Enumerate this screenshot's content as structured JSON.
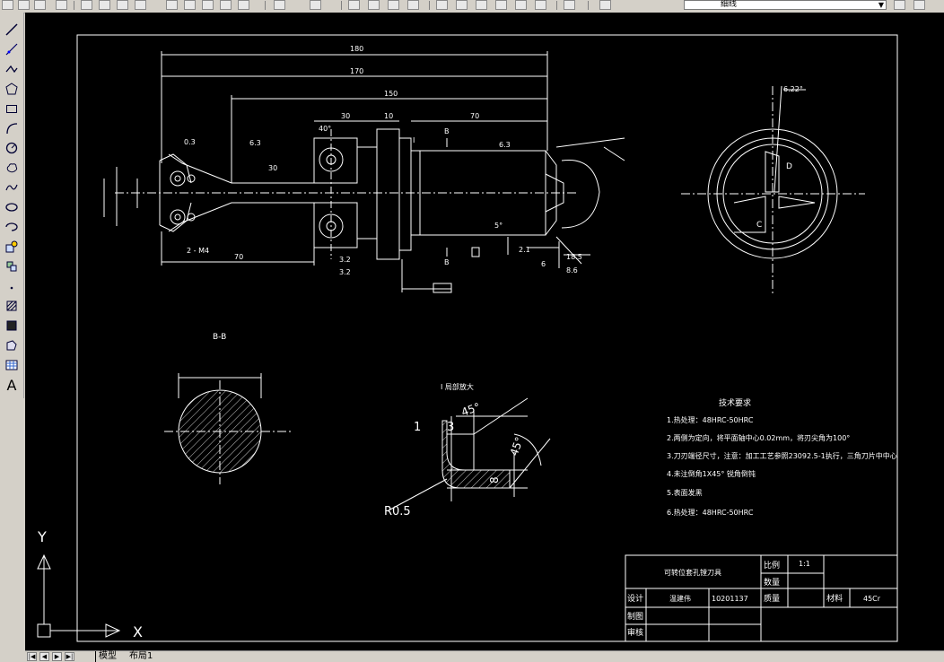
{
  "toolbar": {
    "layer_value": "细线"
  },
  "left_toolbar": {
    "items": [
      "line-icon",
      "construction-line-icon",
      "polyline-icon",
      "polygon-icon",
      "rectangle-icon",
      "arc-icon",
      "circle-icon",
      "revision-cloud-icon",
      "spline-icon",
      "ellipse-icon",
      "ellipse-arc-icon",
      "insert-block-icon",
      "make-block-icon",
      "point-icon",
      "hatch-icon",
      "gradient-icon",
      "region-icon",
      "table-icon",
      "multiline-text-icon"
    ],
    "text_label": "A"
  },
  "drawing": {
    "dims_top": [
      "180",
      "170",
      "150",
      "30",
      "10",
      "70"
    ],
    "dims_misc": [
      "0.3",
      "40°",
      "6.3",
      "I",
      "B",
      "B",
      "30",
      "3.2",
      "5°",
      "6.3",
      "2.1",
      "6",
      "18.5",
      "8.6",
      "3.2",
      "2 - M4",
      "70"
    ],
    "section_label": "B-B",
    "detail_title": "I 局部放大",
    "detail_dims": [
      "1",
      "3",
      "45°",
      "45°",
      "8",
      "R0.5"
    ],
    "right_view_angle": "6.22°",
    "right_view_labels": [
      "D",
      "C"
    ],
    "tech_title": "技术要求",
    "tech_items": [
      "1.热处理：48HRC-50HRC",
      "2.两侧为定向，将平面轴中心0.02mm，将刃尖角为100°",
      "3.刀刃端径尺寸，注意：加工工艺参照23092.5-1执行，三角刀片中中心",
      "4.未注倒角1X45°  锐角倒钝",
      "5.表面发黑",
      "6.热处理：48HRC-50HRC"
    ],
    "title_block": {
      "name": "可转位套孔镗刀具",
      "scale_label": "比例",
      "scale_value": "1:1",
      "qty_label": "数量",
      "design_label": "设计",
      "designer": "温建伟",
      "number": "10201137",
      "mass_label": "质量",
      "material_label": "材料",
      "material_value": "45Cr",
      "draw_label": "制图",
      "check_label": "审核"
    },
    "ucs": {
      "x": "X",
      "y": "Y"
    }
  },
  "status": {
    "tab_model": "模型",
    "tab_layout": "布局1"
  }
}
